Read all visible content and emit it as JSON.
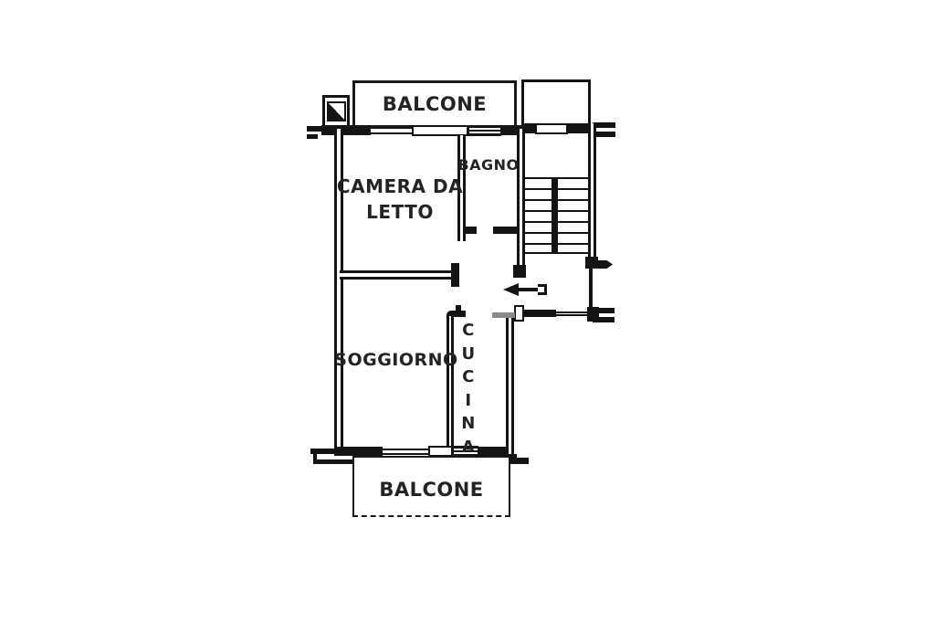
{
  "floor_plan": {
    "rooms": {
      "balcone_top": "BALCONE",
      "camera_da_letto_line1": "CAMERA DA",
      "camera_da_letto_line2": "LETTO",
      "bagno": "BAGNO",
      "soggiorno": "SOGGIORNO",
      "cucina_letters": [
        "C",
        "U",
        "C",
        "I",
        "N",
        "A"
      ],
      "balcone_bottom": "BALCONE"
    },
    "icons": {
      "entrance_arrow": "left-arrow",
      "shaft_symbol": "filled-square-diagonal-split"
    },
    "colors": {
      "ink": "#141414",
      "paper": "#ffffff",
      "threshold_gray": "#8a8a8a"
    }
  }
}
